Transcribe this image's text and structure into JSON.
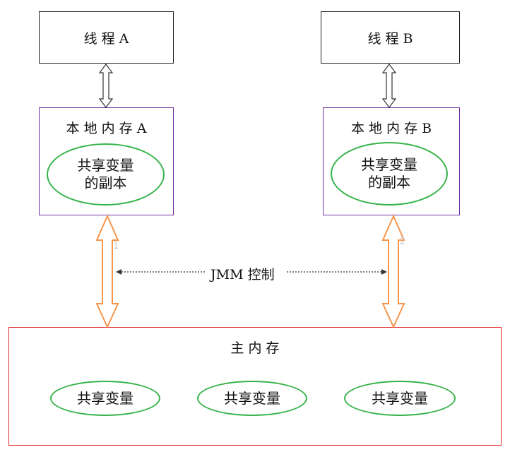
{
  "thread_a": {
    "label": "线 程 A"
  },
  "thread_b": {
    "label": "线 程 B"
  },
  "local_a": {
    "title": "本 地 内 存 A",
    "copy_line1": "共享变量",
    "copy_line2": "的副本"
  },
  "local_b": {
    "title": "本 地 内 存 B",
    "copy_line1": "共享变量",
    "copy_line2": "的副本"
  },
  "jmm_label": "JMM 控制",
  "main_memory": {
    "title": "主 内 存",
    "variables": [
      "共享变量",
      "共享变量",
      "共享变量"
    ]
  },
  "arrow_labels": {
    "left": "1",
    "right": "2"
  },
  "colors": {
    "local_border": "#7030a0",
    "main_border": "#e0282e",
    "ellipse": "#36b34a",
    "sync_arrow": "#f7964a"
  }
}
